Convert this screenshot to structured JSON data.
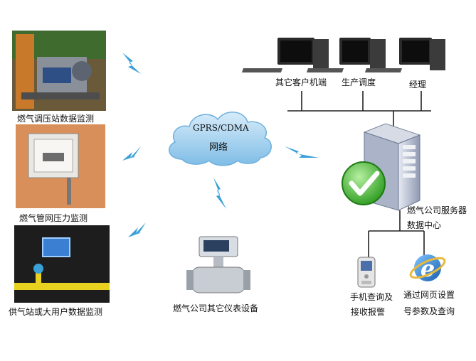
{
  "sources": [
    {
      "id": "regulator-station",
      "label": "燃气调压站数据监测",
      "icon": "regulator-station-photo"
    },
    {
      "id": "pipeline-pressure",
      "label": "燃气管网压力监测",
      "icon": "pressure-cabinet-photo"
    },
    {
      "id": "large-user",
      "label": "供气站或大用户数据监测",
      "icon": "gas-pipeline-photo"
    }
  ],
  "network": {
    "line1": "GPRS/CDMA",
    "line2": "网络",
    "icon": "cloud-icon"
  },
  "meter": {
    "label": "燃气公司其它仪表设备",
    "icon": "flow-meter-icon"
  },
  "clients": [
    {
      "label": "其它客户机端",
      "icon": "computer-icon"
    },
    {
      "label": "生产调度",
      "icon": "computer-icon"
    },
    {
      "label": "经理",
      "icon": "computer-icon"
    }
  ],
  "server": {
    "line1": "燃气公司服务器",
    "line2": "数据中心",
    "icon": "server-check-icon"
  },
  "endpoints": [
    {
      "line1": "手机查询及",
      "line2": "接收报警",
      "icon": "mobile-phone-icon"
    },
    {
      "line1": "通过网页设置",
      "line2": "号参数及查询",
      "icon": "internet-explorer-icon"
    }
  ],
  "colors": {
    "cloud": "#9fd0ee",
    "lightning": "#3aa0d8",
    "line": "#222222",
    "server_body": "#b9c2d6",
    "check": "#3fbf2f"
  }
}
